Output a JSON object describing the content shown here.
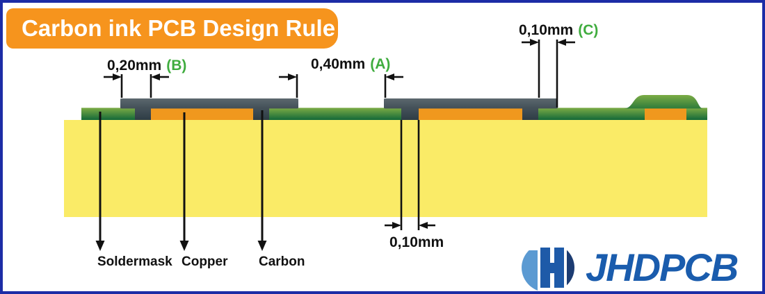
{
  "title": "Carbon ink PCB Design Rule",
  "palette": {
    "border_blue": "#1C2CA6",
    "title_orange": "#F6941D",
    "title_text": "#FFFFFF",
    "substrate_yellow": "#FAEB67",
    "copper_orange": "#F0981E",
    "soldermask_light": "#7CAC45",
    "soldermask_mid": "#2E7B3B",
    "soldermask_dark": "#136839",
    "carbon_light": "#5C686E",
    "carbon_dark": "#424F57",
    "carbon_leg_light": "#47545C",
    "carbon_leg_dark": "#2E3C45",
    "dim_tag_green": "#3FAC3E",
    "line_black": "#111111",
    "logo_light_blue": "#5B9AD2",
    "logo_mid_blue": "#1E5AA8",
    "logo_dark_blue": "#1C3C72",
    "logo_text_blue": "#1A5CAD"
  },
  "dimensions": {
    "b": {
      "value": "0,20mm",
      "tag": "(B)"
    },
    "a": {
      "value": "0,40mm",
      "tag": "(A)"
    },
    "c": {
      "value": "0,10mm",
      "tag": "(C)"
    },
    "bottom": {
      "value": "0,10mm"
    }
  },
  "layers": {
    "soldermask": "Soldermask",
    "copper": "Copper",
    "carbon": "Carbon"
  },
  "logo": {
    "text": "JHDPCB"
  }
}
